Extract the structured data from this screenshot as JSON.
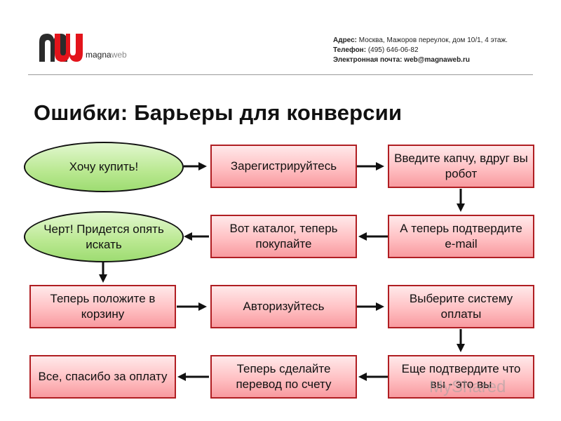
{
  "header": {
    "logo_brand": "magna",
    "logo_brand_suffix": "web",
    "address_label": "Адрес:",
    "address_value": "Москва, Мажоров переулок, дом 10/1, 4 этаж.",
    "phone_label": "Телефон:",
    "phone_value": "(495)  646-06-82",
    "email_label": "Электронная почта:",
    "email_value": "web@magnaweb.ru"
  },
  "title": "Ошибки: Барьеры для конверсии",
  "nodes": {
    "want_buy": "Хочу купить!",
    "register": "Зарегистрируйтесь",
    "captcha": "Введите капчу, вдруг вы робот",
    "confirm_email": "А теперь подтвердите e-mail",
    "catalog": "Вот каталог, теперь покупайте",
    "search_again": "Черт! Придется опять искать",
    "add_cart": "Теперь положите в корзину",
    "authorize": "Авторизуйтесь",
    "payment_system": "Выберите систему оплаты",
    "confirm_human": "Еще подтвердите что вы - это вы",
    "transfer": "Теперь сделайте перевод по счету",
    "thanks": "Все, спасибо за оплату"
  },
  "watermark": "MyShared",
  "colors": {
    "box_border": "#b01e22",
    "box_fill": "#ffc0c3",
    "oval_fill": "#b9e890",
    "logo_red": "#e3141b",
    "logo_dark": "#2b2b2b"
  }
}
